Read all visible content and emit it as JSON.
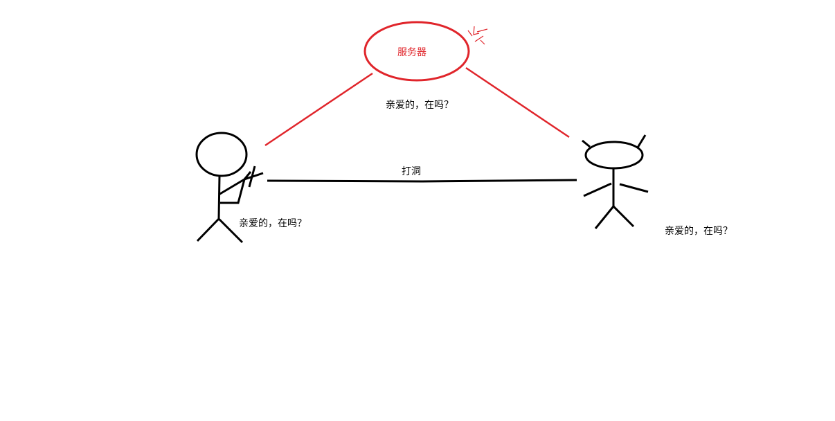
{
  "colors": {
    "background": "#ffffff",
    "server": "#e0252b",
    "ink": "#000000"
  },
  "server": {
    "label": "服务器"
  },
  "messages": {
    "via_server": "亲爱的，在吗？",
    "left_person": "亲爱的，在吗？",
    "right_person": "亲爱的，在吗？"
  },
  "connection": {
    "label": "打洞"
  }
}
